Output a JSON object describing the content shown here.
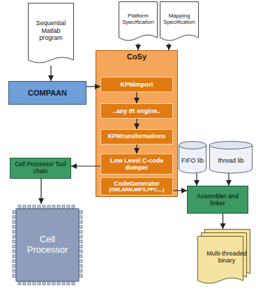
{
  "diagram": {
    "nodes": [
      {
        "text": [
          "Sequential Matlab program"
        ]
      },
      {
        "text": [
          "Platform Specification"
        ]
      },
      {
        "text": [
          "Mapping Specification"
        ]
      },
      {
        "text": [
          "COMPAAN"
        ]
      },
      {
        "text": [
          "CoSy"
        ]
      },
      {
        "text": [
          "KPNimport"
        ],
        "in": 4
      },
      {
        "text": [
          "..any IR engine.."
        ],
        "in": 4
      },
      {
        "text": [
          "KPNtransformations"
        ],
        "in": 4
      },
      {
        "text": [
          "Low Level C-code dumper"
        ],
        "in": 4
      },
      {
        "text": [
          "CodeGenerator",
          "(i586,ARM,MIPS,PPC,...)"
        ],
        "in": 4
      },
      {
        "text": [
          "Cell Processor Tool chain"
        ]
      },
      {
        "text": [
          "FIFO lib"
        ]
      },
      {
        "text": [
          "thread lib"
        ]
      },
      {
        "text": [
          "Assembler and linker"
        ]
      },
      {
        "text": [
          "Cell Processor"
        ]
      },
      {
        "text": [
          "Multi-threaded binary"
        ]
      }
    ],
    "edges": [
      {
        "from": 0,
        "to": 3,
        "arrow": "to"
      },
      {
        "from": 1,
        "to": 4,
        "arrow": "to"
      },
      {
        "from": 2,
        "to": 4,
        "arrow": "to"
      },
      {
        "from": 3,
        "to": 5,
        "arrow": "to"
      },
      {
        "from": 5,
        "to": 6,
        "arrow": "to"
      },
      {
        "from": 6,
        "to": 7,
        "arrow": "to"
      },
      {
        "from": 7,
        "to": 8,
        "arrow": "to"
      },
      {
        "from": 8,
        "to": 10,
        "arrow": "to"
      },
      {
        "from": 10,
        "to": 14,
        "arrow": "to"
      },
      {
        "from": 9,
        "to": 13,
        "arrow": "to"
      },
      {
        "from": 11,
        "to": 13,
        "arrow": "to"
      },
      {
        "from": 12,
        "to": 13,
        "arrow": "to"
      },
      {
        "from": 13,
        "to": 15,
        "arrow": "to"
      }
    ]
  }
}
